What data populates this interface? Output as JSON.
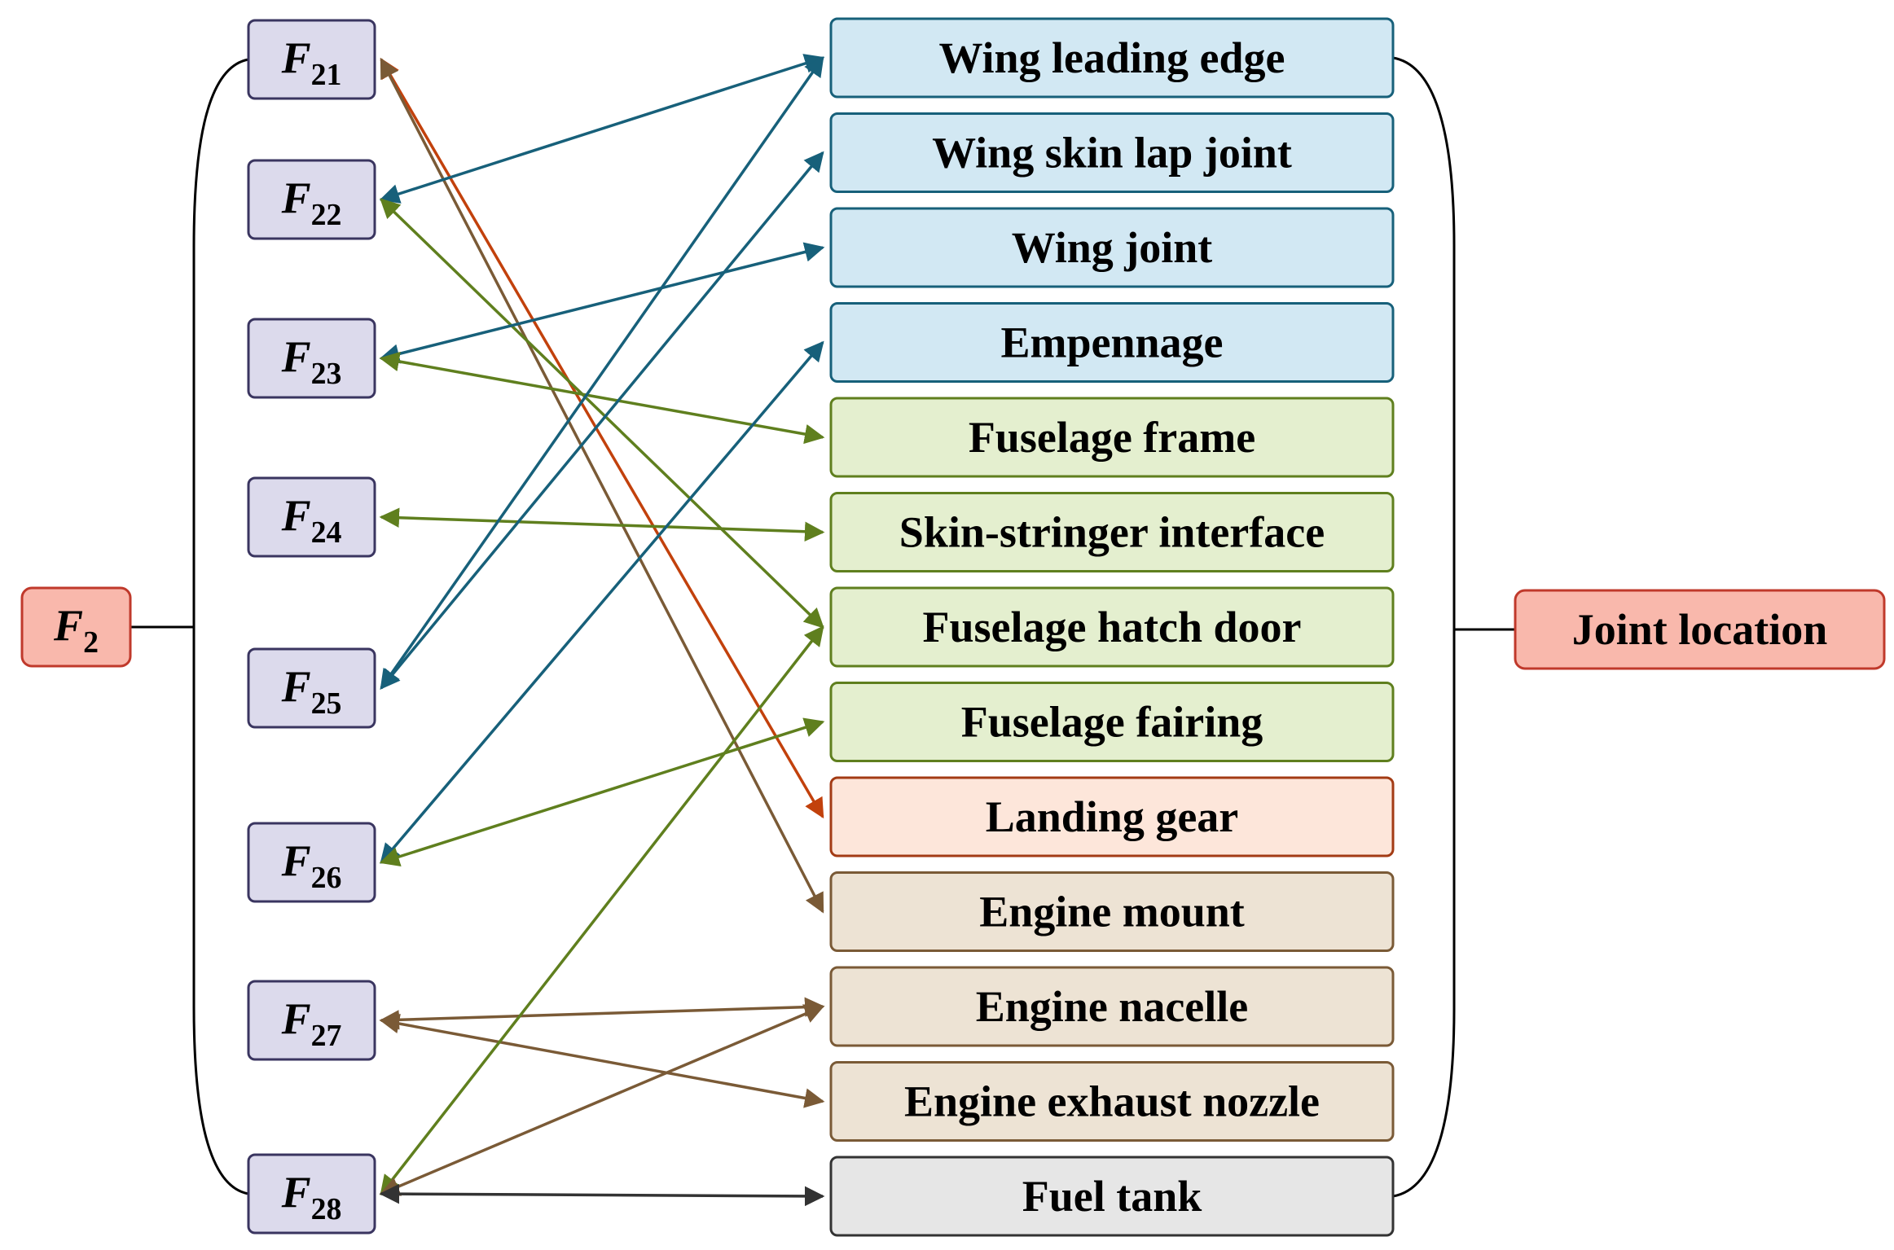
{
  "root": {
    "main": "F",
    "sub": "2",
    "fill": "#f9b8ac",
    "stroke": "#c0392b"
  },
  "target": {
    "label": "Joint location",
    "fill": "#f9b8ac",
    "stroke": "#c0392b"
  },
  "factors": [
    {
      "id": "F21",
      "main": "F",
      "sub": "21"
    },
    {
      "id": "F22",
      "main": "F",
      "sub": "22"
    },
    {
      "id": "F23",
      "main": "F",
      "sub": "23"
    },
    {
      "id": "F24",
      "main": "F",
      "sub": "24"
    },
    {
      "id": "F25",
      "main": "F",
      "sub": "25"
    },
    {
      "id": "F26",
      "main": "F",
      "sub": "26"
    },
    {
      "id": "F27",
      "main": "F",
      "sub": "27"
    },
    {
      "id": "F28",
      "main": "F",
      "sub": "28"
    }
  ],
  "locations": [
    {
      "id": "wing-leading-edge",
      "label": "Wing leading edge",
      "group": "wing"
    },
    {
      "id": "wing-skin-lap-joint",
      "label": "Wing skin lap joint",
      "group": "wing"
    },
    {
      "id": "wing-joint",
      "label": "Wing joint",
      "group": "wing"
    },
    {
      "id": "empennage",
      "label": "Empennage",
      "group": "wing"
    },
    {
      "id": "fuselage-frame",
      "label": "Fuselage frame",
      "group": "fuselage"
    },
    {
      "id": "skin-stringer-interface",
      "label": "Skin-stringer interface",
      "group": "fuselage"
    },
    {
      "id": "fuselage-hatch-door",
      "label": "Fuselage hatch door",
      "group": "fuselage"
    },
    {
      "id": "fuselage-fairing",
      "label": "Fuselage fairing",
      "group": "fuselage"
    },
    {
      "id": "landing-gear",
      "label": "Landing gear",
      "group": "gear"
    },
    {
      "id": "engine-mount",
      "label": "Engine mount",
      "group": "engine"
    },
    {
      "id": "engine-nacelle",
      "label": "Engine nacelle",
      "group": "engine"
    },
    {
      "id": "engine-exhaust-nozzle",
      "label": "Engine exhaust nozzle",
      "group": "engine"
    },
    {
      "id": "fuel-tank",
      "label": "Fuel tank",
      "group": "fuel"
    }
  ],
  "groups": {
    "wing": {
      "fill": "#d2e8f3",
      "stroke": "#17607a"
    },
    "fuselage": {
      "fill": "#e4efcf",
      "stroke": "#5f7f1e"
    },
    "gear": {
      "fill": "#fde6da",
      "stroke": "#a33b14"
    },
    "engine": {
      "fill": "#ede3d4",
      "stroke": "#7a5a36"
    },
    "fuel": {
      "fill": "#e6e6e6",
      "stroke": "#333333"
    }
  },
  "factor_style": {
    "fill": "#dcdaec",
    "stroke": "#3a3560"
  },
  "links": [
    {
      "from": 0,
      "to": 8,
      "color": "#c2410c"
    },
    {
      "from": 0,
      "to": 9,
      "color": "#7a5a36"
    },
    {
      "from": 1,
      "to": 0,
      "color": "#17607a"
    },
    {
      "from": 1,
      "to": 6,
      "color": "#5f7f1e"
    },
    {
      "from": 2,
      "to": 2,
      "color": "#17607a"
    },
    {
      "from": 2,
      "to": 4,
      "color": "#5f7f1e"
    },
    {
      "from": 3,
      "to": 5,
      "color": "#5f7f1e"
    },
    {
      "from": 4,
      "to": 0,
      "color": "#17607a"
    },
    {
      "from": 4,
      "to": 1,
      "color": "#17607a"
    },
    {
      "from": 5,
      "to": 3,
      "color": "#17607a"
    },
    {
      "from": 5,
      "to": 7,
      "color": "#5f7f1e"
    },
    {
      "from": 6,
      "to": 10,
      "color": "#7a5a36"
    },
    {
      "from": 6,
      "to": 11,
      "color": "#7a5a36"
    },
    {
      "from": 7,
      "to": 6,
      "color": "#5f7f1e"
    },
    {
      "from": 7,
      "to": 10,
      "color": "#7a5a36"
    },
    {
      "from": 7,
      "to": 12,
      "color": "#333333"
    }
  ]
}
